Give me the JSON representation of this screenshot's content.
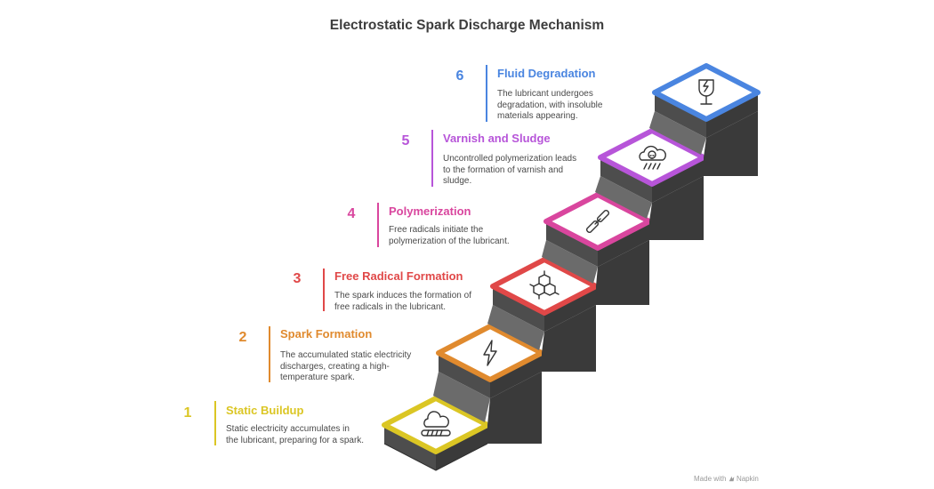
{
  "title": "Electrostatic Spark Discharge Mechanism",
  "steps": [
    {
      "number": "1",
      "title": "Static Buildup",
      "description_lines": [
        "Static electricity accumulates in",
        "the lubricant, preparing for a spark."
      ],
      "color": "#dbc624",
      "icon": "cloud-drizzle-icon"
    },
    {
      "number": "2",
      "title": "Spark Formation",
      "description_lines": [
        "The accumulated static electricity",
        "discharges, creating a high-",
        "temperature spark."
      ],
      "color": "#e08a2e",
      "icon": "lightning-bolt-icon"
    },
    {
      "number": "3",
      "title": "Free Radical Formation",
      "description_lines": [
        "The spark induces the formation of",
        "free radicals in the lubricant."
      ],
      "color": "#e04848",
      "icon": "molecule-icon"
    },
    {
      "number": "4",
      "title": "Polymerization",
      "description_lines": [
        "Free radicals initiate the",
        "polymerization of the lubricant."
      ],
      "color": "#d9469e",
      "icon": "chain-link-icon"
    },
    {
      "number": "5",
      "title": "Varnish and Sludge",
      "description_lines": [
        "Uncontrolled polymerization leads",
        "to the formation of varnish and",
        "sludge."
      ],
      "color": "#b755d9",
      "icon": "storm-cloud-icon"
    },
    {
      "number": "6",
      "title": "Fluid Degradation",
      "description_lines": [
        "The lubricant undergoes",
        "degradation, with insoluble",
        "materials appearing."
      ],
      "color": "#4a85e0",
      "icon": "broken-glass-icon"
    }
  ],
  "footer": {
    "text": "Made with",
    "brand": "Napkin"
  }
}
